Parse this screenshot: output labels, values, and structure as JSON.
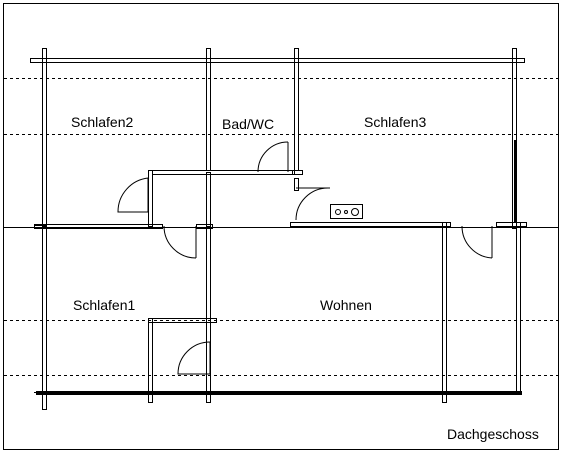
{
  "rooms": {
    "schlafen2": "Schlafen2",
    "bad_wc": "Bad/WC",
    "schlafen3": "Schlafen3",
    "schlafen1": "Schlafen1",
    "wohnen": "Wohnen"
  },
  "caption": "Dachgeschoss",
  "colors": {
    "line": "#000000",
    "background": "#ffffff"
  }
}
